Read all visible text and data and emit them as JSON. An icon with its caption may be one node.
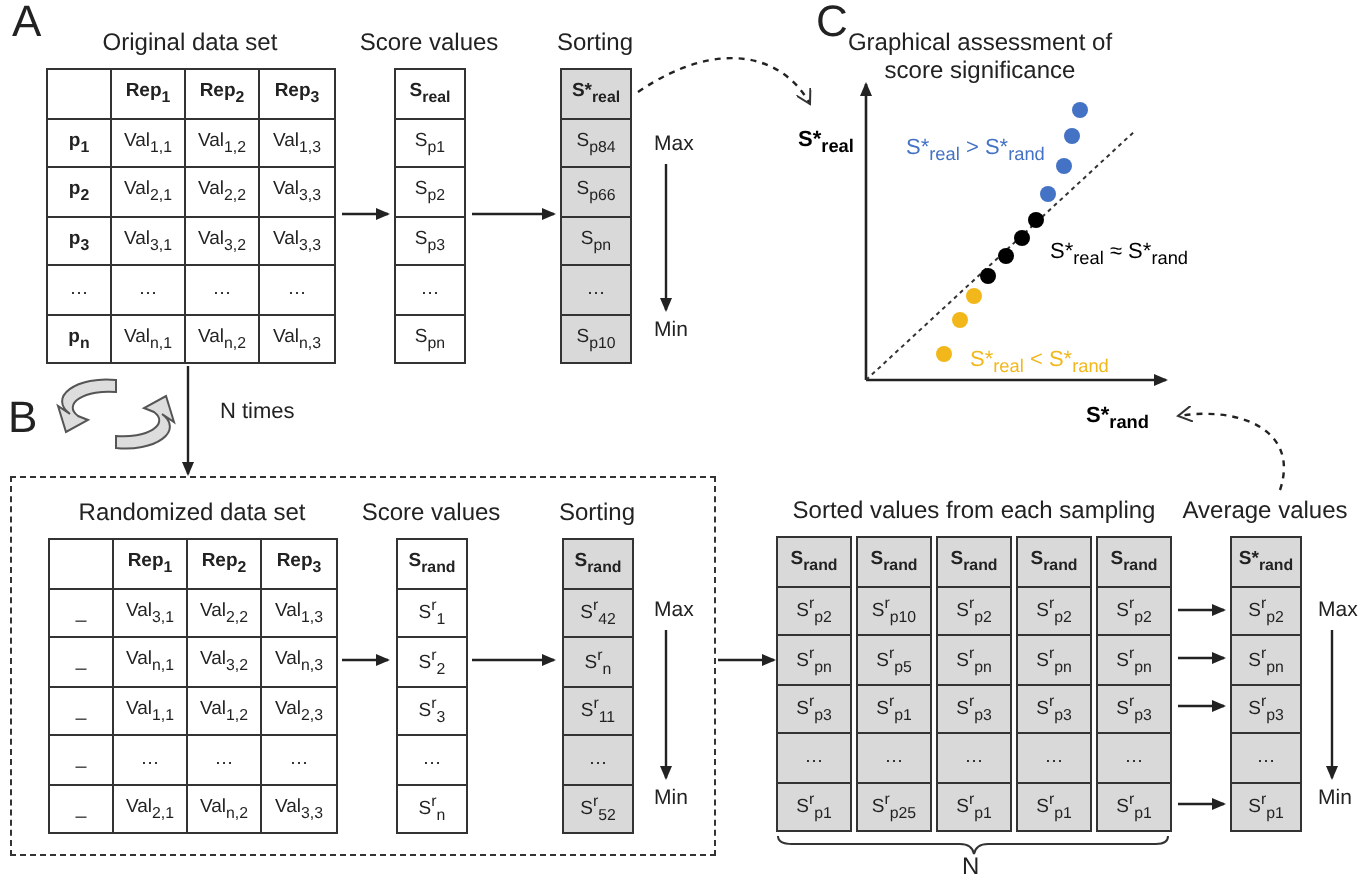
{
  "diagram": {
    "nodes": [
      {
        "text": [
          "Original data set",
          "**Rep$_{1}$**",
          "**Rep$_{2}$**",
          "**Rep$_{3}$**",
          "**p$_{1}$**",
          "Val$_{1,1}$",
          "Val$_{1,2}$",
          "Val$_{1,3}$",
          "**p$_{2}$**",
          "Val$_{2,1}$",
          "Val$_{2,2}$",
          "Val$_{3,3}$",
          "**p$_{3}$**",
          "Val$_{3,1}$",
          "Val$_{3,2}$",
          "Val$_{3,3}$",
          "…",
          "…",
          "…",
          "…",
          "**p$_{n}$**",
          "Val$_{n,1}$",
          "Val$_{n,2}$",
          "Val$_{n,3}$"
        ]
      },
      {
        "text": [
          "Score values",
          "**S$_{real}$**",
          "S$_{p1}$",
          "S$_{p2}$",
          "S$_{p3}$",
          "…",
          "S$_{pn}$"
        ]
      },
      {
        "text": [
          "Sorting",
          "**S*$_{real}$**",
          "S$_{p84}$",
          "S$_{p66}$",
          "S$_{pn}$",
          "…",
          "S$_{p10}$"
        ],
        "beside": [
          "Max",
          "Min"
        ]
      },
      {
        "text": [],
        "shape": "box"
      },
      {
        "text": [
          "Randomized data set",
          "**Rep$_{1}$**",
          "**Rep$_{2}$**",
          "**Rep$_{3}$**",
          "_",
          "Val$_{3,1}$",
          "Val$_{2,2}$",
          "Val$_{1,3}$",
          "_",
          "Val$_{n,1}$",
          "Val$_{3,2}$",
          "Val$_{n,3}$",
          "_",
          "Val$_{1,1}$",
          "Val$_{1,2}$",
          "Val$_{2,3}$",
          "_",
          "…",
          "…",
          "…",
          "_",
          "Val$_{2,1}$",
          "Val$_{n,2}$",
          "Val$_{3,3}$"
        ],
        "in": 3
      },
      {
        "text": [
          "Score values",
          "**S$_{rand}$**",
          "S$^{r}$$_{1}$",
          "S$^{r}$$_{2}$",
          "S$^{r}$$_{3}$",
          "…",
          "S$^{r}$$_{n}$"
        ],
        "in": 3
      },
      {
        "text": [
          "Sorting",
          "**S$_{rand}$**",
          "S$^{r}$$_{42}$",
          "S$^{r}$$_{n}$",
          "S$^{r}$$_{11}$",
          "…",
          "S$^{r}$$_{52}$"
        ],
        "beside": [
          "Max",
          "Min"
        ],
        "in": 3
      },
      {
        "text": [
          "Sorted values from each sampling"
        ]
      },
      {
        "text": [
          "**S$_{rand}$**",
          "S$^{r}$$_{p2}$",
          "S$^{r}$$_{pn}$",
          "S$^{r}$$_{p3}$",
          "…",
          "S$^{r}$$_{p1}$"
        ],
        "in": 7
      },
      {
        "text": [
          "**S$_{rand}$**",
          "S$^{r}$$_{p10}$",
          "S$^{r}$$_{p5}$",
          "S$^{r}$$_{p1}$",
          "…",
          "S$^{r}$$_{p25}$"
        ],
        "in": 7
      },
      {
        "text": [
          "**S$_{rand}$**",
          "S$^{r}$$_{p2}$",
          "S$^{r}$$_{pn}$",
          "S$^{r}$$_{p3}$",
          "…",
          "S$^{r}$$_{p1}$"
        ],
        "in": 7
      },
      {
        "text": [
          "**S$_{rand}$**",
          "S$^{r}$$_{p2}$",
          "S$^{r}$$_{pn}$",
          "S$^{r}$$_{p3}$",
          "…",
          "S$^{r}$$_{p1}$"
        ],
        "in": 7
      },
      {
        "text": [
          "**S$_{rand}$**",
          "S$^{r}$$_{p2}$",
          "S$^{r}$$_{pn}$",
          "S$^{r}$$_{p3}$",
          "…",
          "S$^{r}$$_{p1}$"
        ],
        "in": 7
      },
      {
        "text": [
          "Average values",
          "**S*$_{rand}$**",
          "S$^{r}$$_{p2}$",
          "S$^{r}$$_{pn}$",
          "S$^{r}$$_{p3}$",
          "…",
          "S$^{r}$$_{p1}$",
          "Max",
          "Min"
        ]
      },
      {
        "text": [
          "Graphical assessment of score significance",
          "**S*$_{real}$**",
          "**S*$_{rand}$**",
          "S*$_{real}$ > S*$_{rand}$",
          "S*$_{real}$ ≈ S*$_{rand}$",
          "S*$_{real}$ < S*$_{rand}$"
        ]
      }
    ],
    "edges": [
      {
        "from": 0,
        "to": 1,
        "arrow": "to"
      },
      {
        "from": 1,
        "to": 2,
        "arrow": "to"
      },
      {
        "from": 2,
        "to": 14,
        "arrow": "to",
        "style": "dashed"
      },
      {
        "from": 0,
        "to": 3,
        "arrow": "to",
        "label": "N times"
      },
      {
        "from": 4,
        "to": 5,
        "arrow": "to"
      },
      {
        "from": 5,
        "to": 6,
        "arrow": "to"
      },
      {
        "from": 3,
        "to": 7,
        "arrow": "to"
      },
      {
        "from": 12,
        "to": 13,
        "arrow": "to"
      },
      {
        "from": 12,
        "to": 13,
        "arrow": "to"
      },
      {
        "from": 12,
        "to": 13,
        "arrow": "to"
      },
      {
        "from": 12,
        "to": 13,
        "arrow": "to"
      },
      {
        "from": 13,
        "to": 14,
        "arrow": "to",
        "style": "dashed"
      }
    ],
    "labels": [
      "A",
      "B",
      "C",
      "N"
    ]
  }
}
